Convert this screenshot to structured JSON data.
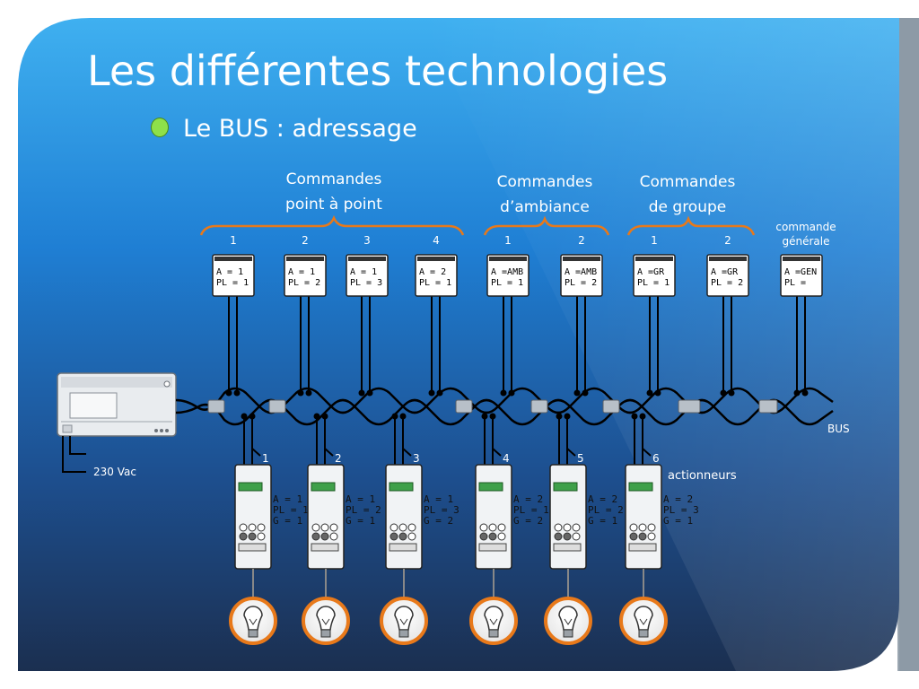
{
  "slide": {
    "title": "Les différentes technologies",
    "bullet": "Le BUS : adressage"
  },
  "groups": [
    {
      "label1": "Commandes",
      "label2": "point à point"
    },
    {
      "label1": "Commandes",
      "label2": "d’ambiance"
    },
    {
      "label1": "Commandes",
      "label2": "de groupe"
    },
    {
      "label1": "commande",
      "label2": "générale"
    }
  ],
  "commands": [
    {
      "num": "1",
      "a": "A = 1",
      "pl": "PL = 1"
    },
    {
      "num": "2",
      "a": "A = 1",
      "pl": "PL = 2"
    },
    {
      "num": "3",
      "a": "A = 1",
      "pl": "PL = 3"
    },
    {
      "num": "4",
      "a": "A = 2",
      "pl": "PL = 1"
    },
    {
      "num": "1",
      "a": "A =AMB",
      "pl": "PL = 1"
    },
    {
      "num": "2",
      "a": "A =AMB",
      "pl": "PL = 2"
    },
    {
      "num": "1",
      "a": "A =GR",
      "pl": "PL = 1"
    },
    {
      "num": "2",
      "a": "A =GR",
      "pl": "PL = 2"
    },
    {
      "num": "",
      "a": "A =GEN",
      "pl": "PL ="
    }
  ],
  "actuators": [
    {
      "num": "1",
      "a": "A = 1",
      "pl": "PL = 1",
      "g": "G = 1"
    },
    {
      "num": "2",
      "a": "A = 1",
      "pl": "PL = 2",
      "g": "G = 1"
    },
    {
      "num": "3",
      "a": "A = 1",
      "pl": "PL = 3",
      "g": "G = 2"
    },
    {
      "num": "4",
      "a": "A = 2",
      "pl": "PL = 1",
      "g": "G = 2"
    },
    {
      "num": "5",
      "a": "A = 2",
      "pl": "PL = 2",
      "g": "G = 1"
    },
    {
      "num": "6",
      "a": "A = 2",
      "pl": "PL = 3",
      "g": "G = 1"
    }
  ],
  "labels": {
    "actuators": "actionneurs",
    "bus": "BUS",
    "power": "230 Vac"
  },
  "colors": {
    "bg_dark": "#1b3155",
    "bg_mid": "#1c6fc6",
    "bg_light": "#3fa9ef",
    "brace": "#e8791a",
    "bullet": "#8ee04a"
  }
}
